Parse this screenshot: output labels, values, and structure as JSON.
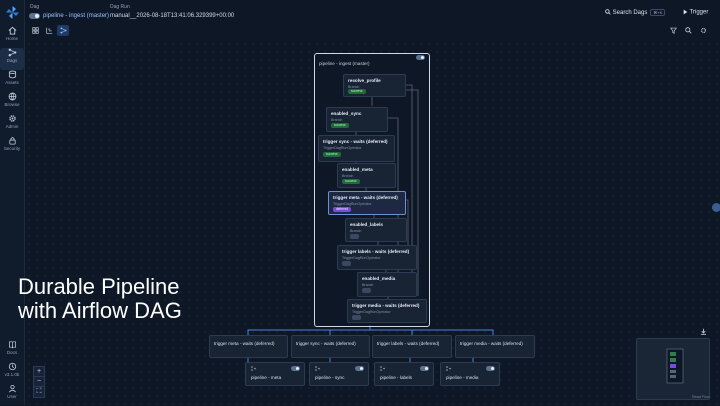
{
  "colors": {
    "background": "#0d1726",
    "accent": "#9fc3ff",
    "success": "#1f6b3a",
    "deferred": "#7a4bd8"
  },
  "sidebar": {
    "items": [
      {
        "label": "Home",
        "icon": "home-icon"
      },
      {
        "label": "Dags",
        "icon": "dags-icon"
      },
      {
        "label": "Assets",
        "icon": "database-icon"
      },
      {
        "label": "Browse",
        "icon": "globe-icon"
      },
      {
        "label": "Admin",
        "icon": "gear-icon"
      },
      {
        "label": "Security",
        "icon": "lock-icon"
      }
    ],
    "bottom_items": [
      {
        "label": "Docs",
        "icon": "book-icon"
      },
      {
        "label": "v3.1.0b",
        "icon": "version-icon"
      },
      {
        "label": "User",
        "icon": "user-icon"
      }
    ]
  },
  "header": {
    "dag_label": "Dag",
    "dag_name": "pipeline - ingest (master)",
    "run_label": "Dag Run",
    "run_id": "manual__2026-08-18T13:41:06.329399+00:00",
    "search_label": "Search Dags",
    "search_shortcut": "⌘+K",
    "trigger_label": "Trigger"
  },
  "graph": {
    "group_title": "pipeline - ingest (master)",
    "nodes": [
      {
        "name": "resolve_profile",
        "type": "Branch",
        "state": "success"
      },
      {
        "name": "enabled_sync",
        "type": "Branch",
        "state": "success"
      },
      {
        "name": "trigger sync - waits (deferred)",
        "type": "TriggerDagRunOperator",
        "state": "success"
      },
      {
        "name": "enabled_meta",
        "type": "Branch",
        "state": "success"
      },
      {
        "name": "trigger meta - waits (deferred)",
        "type": "TriggerDagRunOperator",
        "state": "deferred"
      },
      {
        "name": "enabled_labels",
        "type": "Branch",
        "state": ""
      },
      {
        "name": "trigger labels - waits (deferred)",
        "type": "TriggerDagRunOperator",
        "state": ""
      },
      {
        "name": "enabled_media",
        "type": "Branch",
        "state": ""
      },
      {
        "name": "trigger media - waits (deferred)",
        "type": "TriggerDagRunOperator",
        "state": ""
      }
    ],
    "bottom_nodes": [
      "trigger meta - waits (deferred)",
      "trigger sync - waits (deferred)",
      "trigger labels - waits (deferred)",
      "trigger media - waits (deferred)"
    ],
    "sub_dags": [
      "pipeline - meta",
      "pipeline - sync",
      "pipeline - labels",
      "pipeline - media"
    ]
  },
  "overlay": {
    "title": "Durable Pipeline\nwith Airflow DAG"
  },
  "zoom": {
    "in": "+",
    "out": "−",
    "fit": "⛶"
  },
  "credit": "React Flow"
}
